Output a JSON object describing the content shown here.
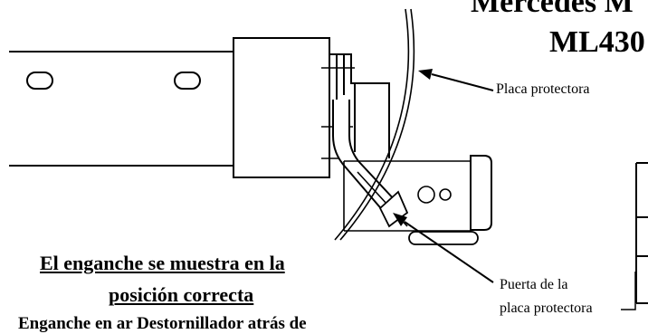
{
  "title": {
    "line1": "Mercedes M",
    "line2": "ML430"
  },
  "labels": {
    "placa_protectora": "Placa protectora",
    "puerta_line1": "Puerta de la",
    "puerta_line2": "placa protectora"
  },
  "caption": {
    "line1": "El enganche se muestra en la",
    "line2": "posición correcta"
  },
  "note": "Enganche en ar   Destornillador atrás de"
}
